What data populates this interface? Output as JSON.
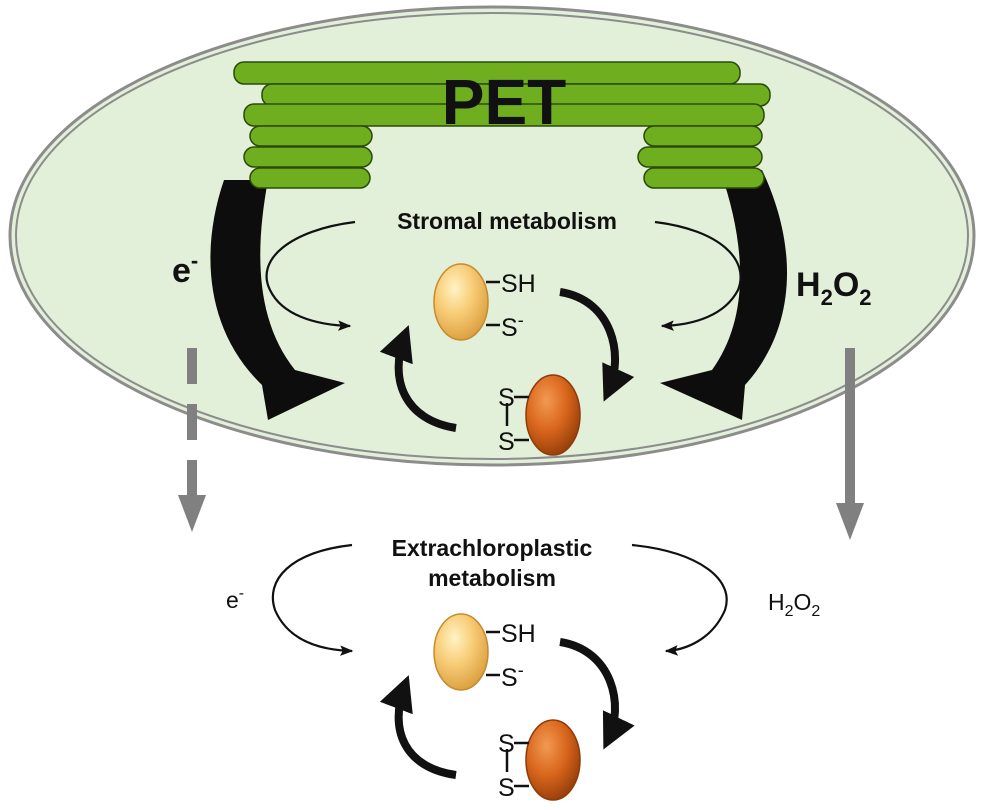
{
  "chloroplast": {
    "thylakoid_label": "PET",
    "stromal_label": "Stromal metabolism",
    "electron_label": "e",
    "electron_sup": "-",
    "peroxide_label_h": "H",
    "peroxide_label_o": "O",
    "peroxide_sub": "2",
    "protein": {
      "reduced_top": "SH",
      "reduced_bottom": "S",
      "reduced_bottom_sup": "-",
      "oxidized_top": "S",
      "oxidized_bottom": "S"
    }
  },
  "outside": {
    "title_line1": "Extrachloroplastic",
    "title_line2": "metabolism",
    "electron_label": "e",
    "electron_sup": "-",
    "peroxide_label_h": "H",
    "peroxide_label_o": "O",
    "peroxide_sub": "2",
    "protein": {
      "reduced_top": "SH",
      "reduced_bottom": "S",
      "reduced_bottom_sup": "-",
      "oxidized_top": "S",
      "oxidized_bottom": "S"
    }
  },
  "colors": {
    "chloroplast_fill": "#e2efd9",
    "chloroplast_border": "#8c8c8c",
    "thylakoid": "#6fae1e",
    "reduced_protein": "#f6c46a",
    "oxidized_protein": "#d9661c",
    "grey_arrow": "#808080"
  }
}
